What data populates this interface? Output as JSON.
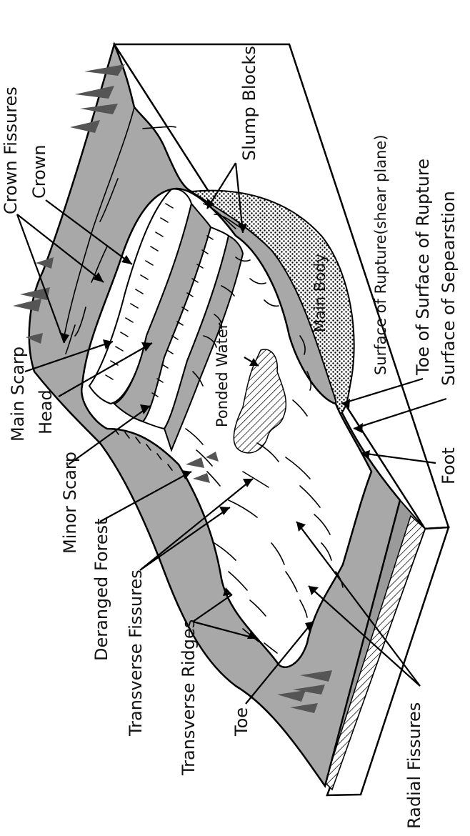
{
  "labels": {
    "crown_fissures": "Crown Fissures",
    "crown": "Crown",
    "main_scarp": "Main Scarp",
    "head": "Head",
    "minor_scarp": "Minor Scarp",
    "deranged_forest": "Deranged Forest",
    "transverse_fissures": "Transverse Fissures",
    "transverse_ridges": "Transverse Ridges",
    "toe": "Toe",
    "slump_blocks": "Slump Blocks",
    "surface_of_rupture": "Surface of Rupture(shear plane)",
    "main_body": "Main Body",
    "ponded_water": "Ponded Water",
    "toe_of_surface_of_rupture": "Toe of Surface of Rupture",
    "surface_of_separation": "Surface of Sepearstion",
    "foot": "Foot",
    "radial_fissures": "Radial Fissures"
  },
  "colors": {
    "terrain": "#a8a8a8",
    "slide_mass": "#ffffff",
    "outline": "#000000",
    "trees": "#555555"
  }
}
